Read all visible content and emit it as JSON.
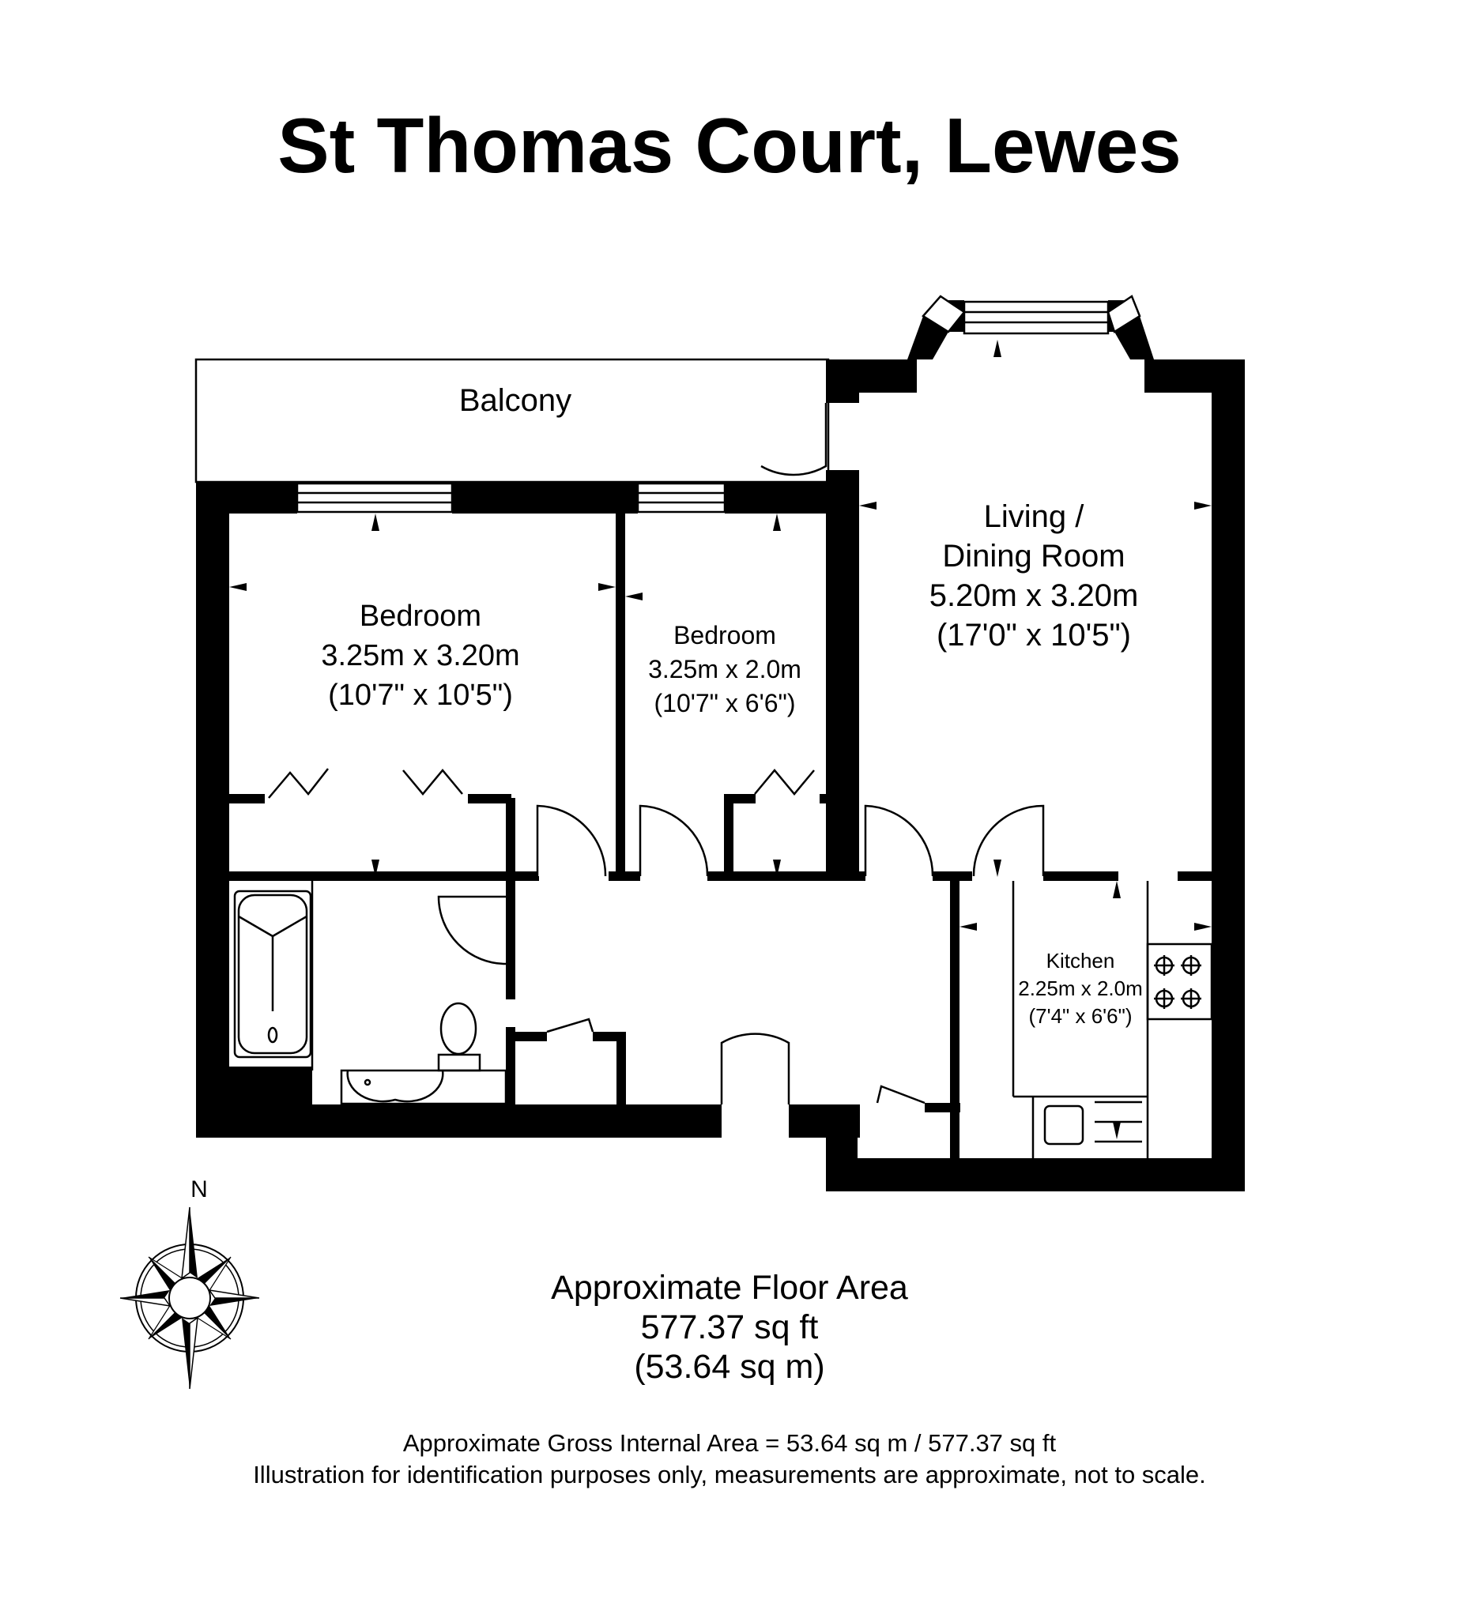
{
  "title": "St Thomas Court, Lewes",
  "compass": {
    "north_label": "N"
  },
  "rooms": {
    "balcony": {
      "name": "Balcony"
    },
    "bedroom1": {
      "name": "Bedroom",
      "size_metric": "3.25m x 3.20m",
      "size_imperial": "(10'7\" x 10'5\")"
    },
    "bedroom2": {
      "name": "Bedroom",
      "size_metric": "3.25m x 2.0m",
      "size_imperial": "(10'7\" x 6'6\")"
    },
    "living": {
      "name_line1": "Living /",
      "name_line2": "Dining Room",
      "size_metric": "5.20m x 3.20m",
      "size_imperial": "(17'0\" x 10'5\")"
    },
    "kitchen": {
      "name": "Kitchen",
      "size_metric": "2.25m x 2.0m",
      "size_imperial": "(7'4\" x 6'6\")"
    }
  },
  "floor_area": {
    "heading": "Approximate Floor Area",
    "sq_ft": "577.37 sq ft",
    "sq_m": "(53.64 sq m)"
  },
  "footer": {
    "gross_area": "Approximate Gross Internal Area = 53.64 sq m / 577.37 sq ft",
    "disclaimer": "Illustration for identification purposes only, measurements are approximate, not to scale."
  }
}
